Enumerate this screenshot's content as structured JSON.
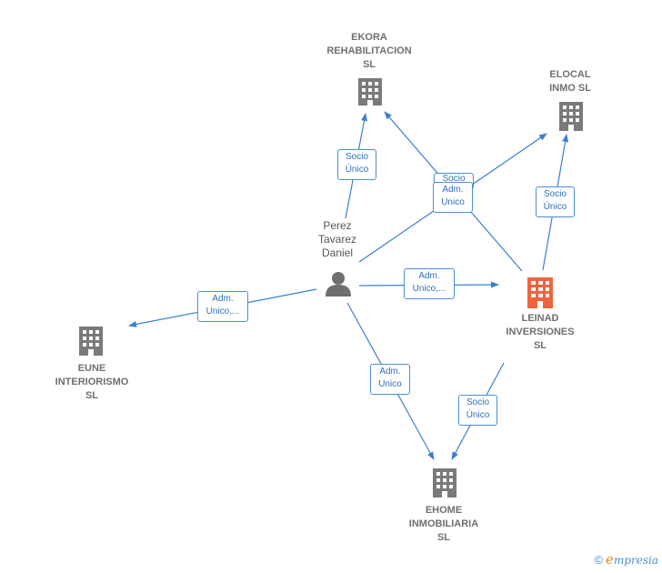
{
  "colors": {
    "edge": "#3b7fd4",
    "building": "#7a7a7a",
    "highlight": "#f0643c",
    "person": "#6e6e6e"
  },
  "nodes": {
    "ekora": {
      "label": "EKORA\nREHABILITACION\nSL",
      "icon": "building-icon"
    },
    "elocal": {
      "label": "ELOCAL\nINMO  SL",
      "icon": "building-icon"
    },
    "perez": {
      "label": "Perez\nTavarez\nDaniel",
      "icon": "person-icon"
    },
    "leinad": {
      "label": "LEINAD\nINVERSIONES\nSL",
      "icon": "building-icon"
    },
    "eune": {
      "label": "EUNE\nINTERIORISMO\nSL",
      "icon": "building-icon"
    },
    "ehome": {
      "label": "EHOME\nINMOBILIARIA\nSL",
      "icon": "building-icon"
    }
  },
  "edges": {
    "perez_ekora": "Socio\nÚnico",
    "perez_elocal": "Adm.\nUnico",
    "perez_elocal_hidden": "Socio",
    "perez_leinad": "Adm.\nUnico,...",
    "perez_eune": "Adm.\nUnico,...",
    "perez_ehome": "Adm.\nUnico",
    "leinad_elocal": "Socio\nÚnico",
    "leinad_ehome": "Socio\nÚnico"
  },
  "footer": {
    "copyright": "©",
    "brand_first": "e",
    "brand_rest": "mpresia"
  }
}
